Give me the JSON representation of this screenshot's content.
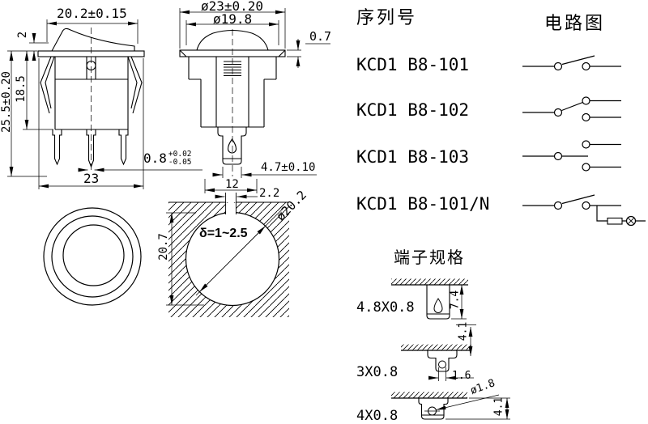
{
  "page": {
    "background": "#ffffff",
    "line_color": "#000000"
  },
  "front_view": {
    "dim_rocker_width": "20.2±0.15",
    "dim_rocker_protrusion": "2",
    "dim_total_height": "25.5±0.20",
    "dim_body_height": "18.5",
    "dim_flange_width": "23",
    "pin_dim": {
      "value": "0.8",
      "tol_plus": "+0.02",
      "tol_minus": "-0.05"
    }
  },
  "side_view": {
    "dim_flange_dia": "ø23±0.20",
    "dim_rocker_dia": "ø19.8",
    "dim_flange_thickness": "0.7",
    "dim_terminal": "4.7±0.10",
    "dim_body_width": "12",
    "dim_keyway": "2.2"
  },
  "mounting_hole": {
    "dim_height": "20.7",
    "dim_hole_dia": "ø20.2",
    "panel_thickness": "δ=1~2.5"
  },
  "series_table": {
    "heading_serial": "序列号",
    "heading_circuit": "电路图",
    "rows": [
      {
        "model": "KCD1 B8-101",
        "circuit_type": "spst-on-off"
      },
      {
        "model": "KCD1 B8-102",
        "circuit_type": "spdt-on-on"
      },
      {
        "model": "KCD1 B8-103",
        "circuit_type": "spdt-on-off-on"
      },
      {
        "model": "KCD1 B8-101/N",
        "circuit_type": "spst-neon-lamp"
      }
    ]
  },
  "terminal_spec": {
    "heading": "端子规格",
    "t1": {
      "label": "4.8X0.8",
      "dim_height": "7.4",
      "dim_gap": "4.1"
    },
    "t2": {
      "label": "3X0.8",
      "dim_hole": "1.6"
    },
    "t3": {
      "label": "4X0.8",
      "dim_hole_dia": "ø1.8",
      "dim_height": "4.1"
    }
  }
}
